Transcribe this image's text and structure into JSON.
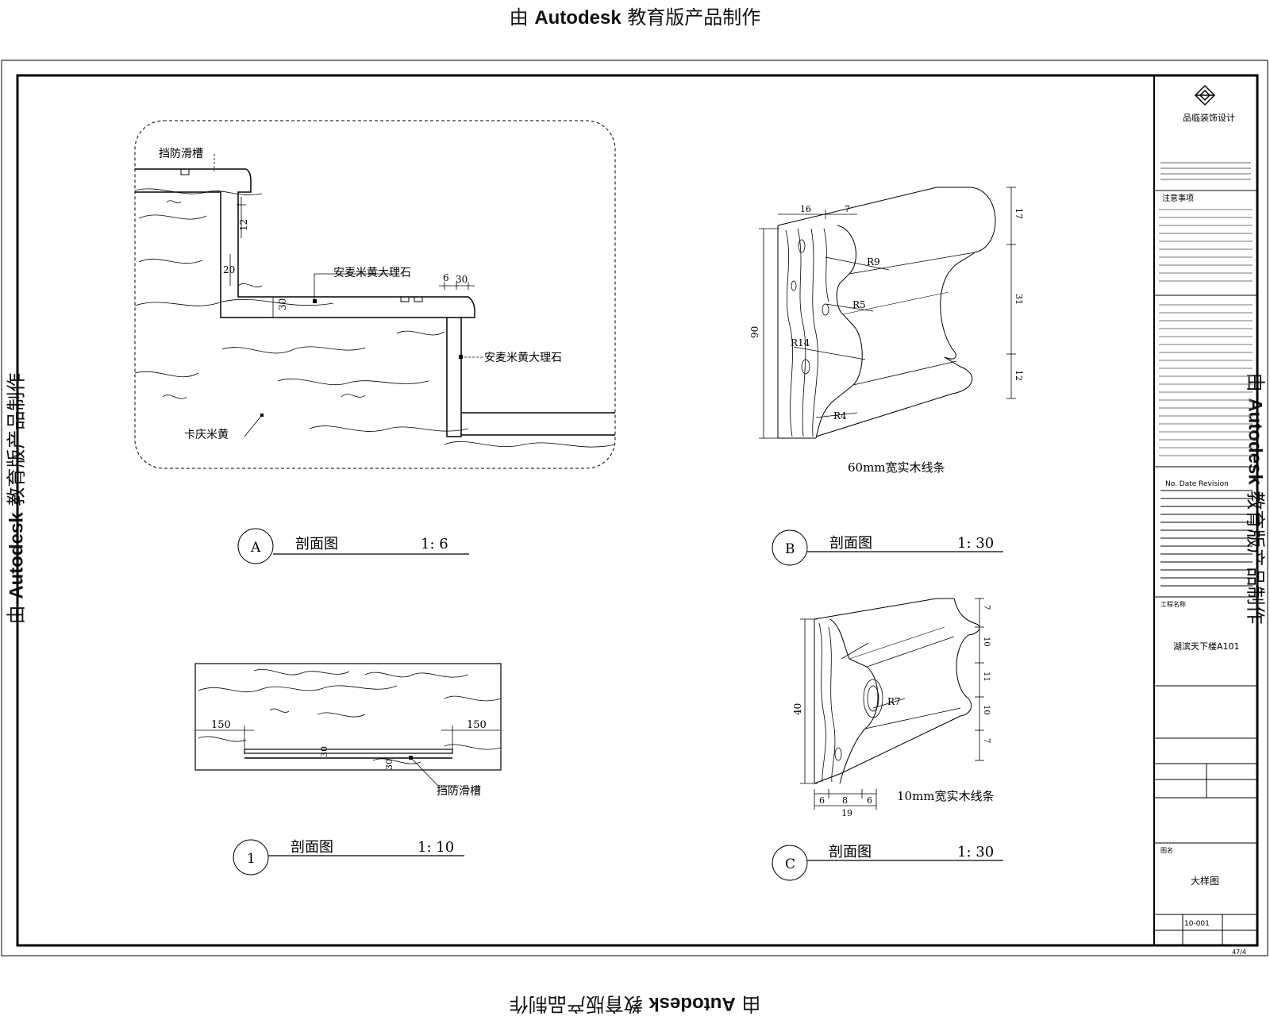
{
  "watermark": "由 Autodesk 教育版产品制作",
  "watermark_prefix": "由",
  "watermark_brand": "Autodesk",
  "watermark_suffix": "教育版产品制作",
  "section_a": {
    "tag": "A",
    "title": "剖面图",
    "scale": "1: 6",
    "labels": {
      "groove": "挡防滑槽",
      "stone_top": "安麦米黄大理石",
      "stone_side": "安麦米黄大理石",
      "bottom": "卡庆米黄"
    },
    "dims": {
      "d12": "12",
      "d20": "20",
      "d30": "30",
      "d6": "6",
      "d30b": "30"
    }
  },
  "section_b": {
    "tag": "B",
    "title": "剖面图",
    "scale": "1: 30",
    "caption": "60mm宽实木线条",
    "dims": {
      "top16": "16",
      "top7": "7",
      "h90": "90",
      "r17": "17",
      "r31": "31",
      "r12": "12"
    },
    "radii": {
      "r9": "R9",
      "r5": "R5",
      "r14": "R14",
      "r4": "R4"
    }
  },
  "section_c": {
    "tag": "C",
    "title": "剖面图",
    "scale": "1: 30",
    "caption": "10mm宽实木线条",
    "dims": {
      "h40": "40",
      "b6a": "6",
      "b8": "8",
      "b6b": "6",
      "b19": "19",
      "r7a": "7",
      "r10a": "10",
      "r11": "11",
      "r10b": "10",
      "r7b": "7"
    },
    "radii": {
      "r7": "R7"
    }
  },
  "section_1": {
    "tag": "1",
    "title": "剖面图",
    "scale": "1: 10",
    "label": "挡防滑槽",
    "dims": {
      "left150": "150",
      "right150": "150",
      "d30a": "30",
      "d30b": "30"
    }
  },
  "title_block": {
    "company": "品临装饰设计",
    "notes_title": "注意事项",
    "revision_header": "No.  Date  Revision",
    "project_label": "工程名称",
    "project_name": "湖滨天下楼A101",
    "drawing_label": "图名",
    "drawing_name": "大样图",
    "drawing_no": "10-001",
    "footer": "47/4"
  }
}
